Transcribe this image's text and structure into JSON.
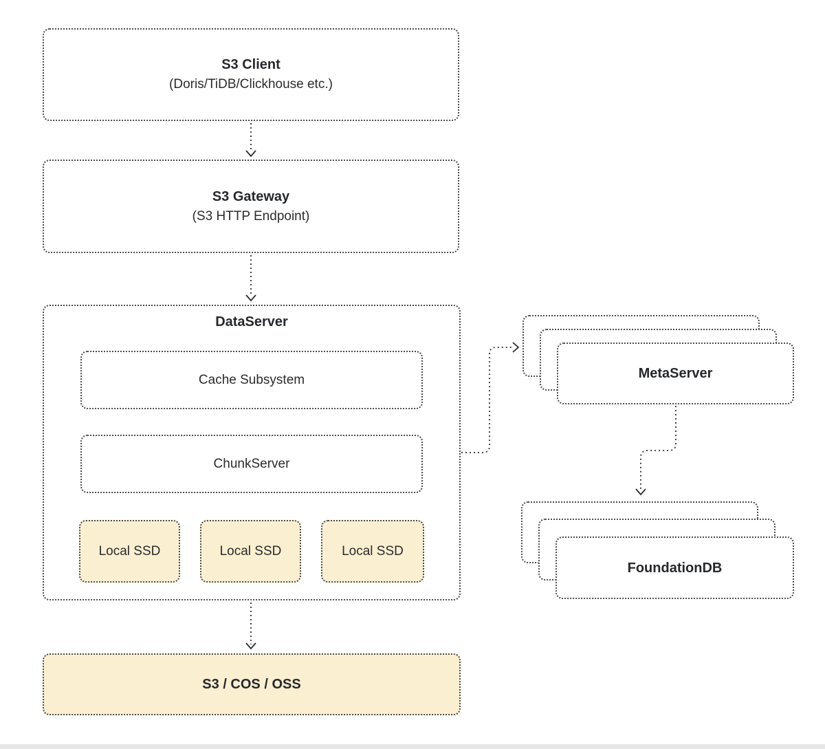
{
  "diagram": {
    "nodes": {
      "s3_client": {
        "title": "S3 Client",
        "subtitle": "(Doris/TiDB/Clickhouse etc.)"
      },
      "s3_gateway": {
        "title": "S3 Gateway",
        "subtitle": "(S3 HTTP Endpoint)"
      },
      "data_server": {
        "title": "DataServer",
        "cache_subsystem": "Cache Subsystem",
        "chunk_server": "ChunkServer",
        "local_ssds": [
          "Local SSD",
          "Local SSD",
          "Local SSD"
        ]
      },
      "meta_server": {
        "title": "MetaServer",
        "stack_count": 3
      },
      "foundation_db": {
        "title": "FoundationDB",
        "stack_count": 3
      },
      "object_storage": {
        "title": "S3 / COS / OSS"
      }
    },
    "edges": [
      {
        "from": "s3_client",
        "to": "s3_gateway"
      },
      {
        "from": "s3_gateway",
        "to": "data_server"
      },
      {
        "from": "data_server",
        "to": "meta_server"
      },
      {
        "from": "meta_server",
        "to": "foundation_db"
      },
      {
        "from": "data_server",
        "to": "object_storage"
      }
    ],
    "colors": {
      "highlight_fill": "#FAEFD1",
      "node_fill": "#FFFFFF",
      "border": "#4A4A4A",
      "text": "#2B2B2B",
      "background": "#FFFFFF",
      "bottom_bar": "#E7E7E7"
    }
  }
}
